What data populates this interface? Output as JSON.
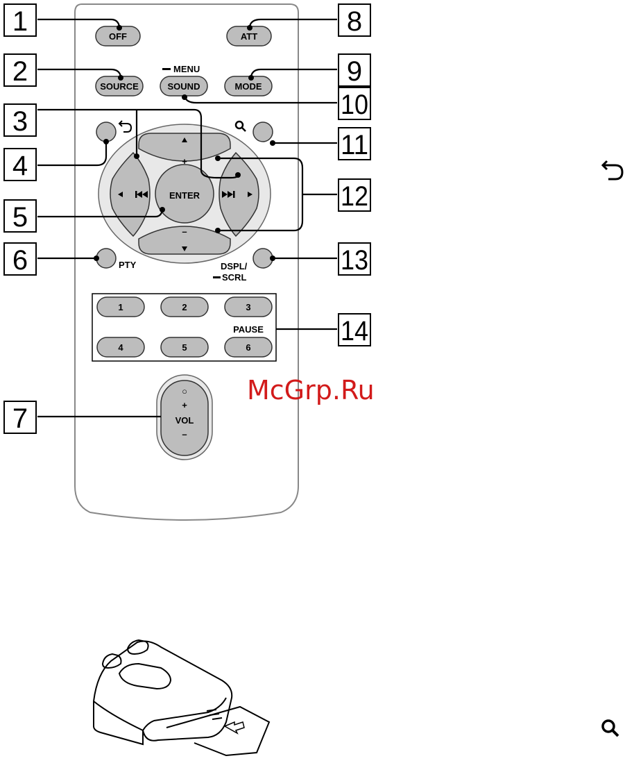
{
  "buttons": {
    "off": "OFF",
    "att": "ATT",
    "source": "SOURCE",
    "sound": "SOUND",
    "mode": "MODE",
    "menu": "MENU",
    "enter": "ENTER",
    "plus": "+",
    "minus": "–",
    "pty": "PTY",
    "dspl": "DSPL/",
    "scrl": "SCRL",
    "pause": "PAUSE",
    "presets": [
      "1",
      "2",
      "3",
      "4",
      "5",
      "6"
    ],
    "vol": "VOL",
    "vol_plus": "+",
    "vol_minus": "–",
    "vol_dot": "○"
  },
  "callouts": [
    "1",
    "2",
    "3",
    "4",
    "5",
    "6",
    "7",
    "8",
    "9",
    "10",
    "11",
    "12",
    "13",
    "14"
  ],
  "watermark": "McGrp.Ru",
  "icons": {
    "back": "back-arrow-icon",
    "search": "search-icon",
    "prev": "prev-track-icon",
    "next": "next-track-icon",
    "battery_tab": "pull-tab-arrow-icon"
  }
}
